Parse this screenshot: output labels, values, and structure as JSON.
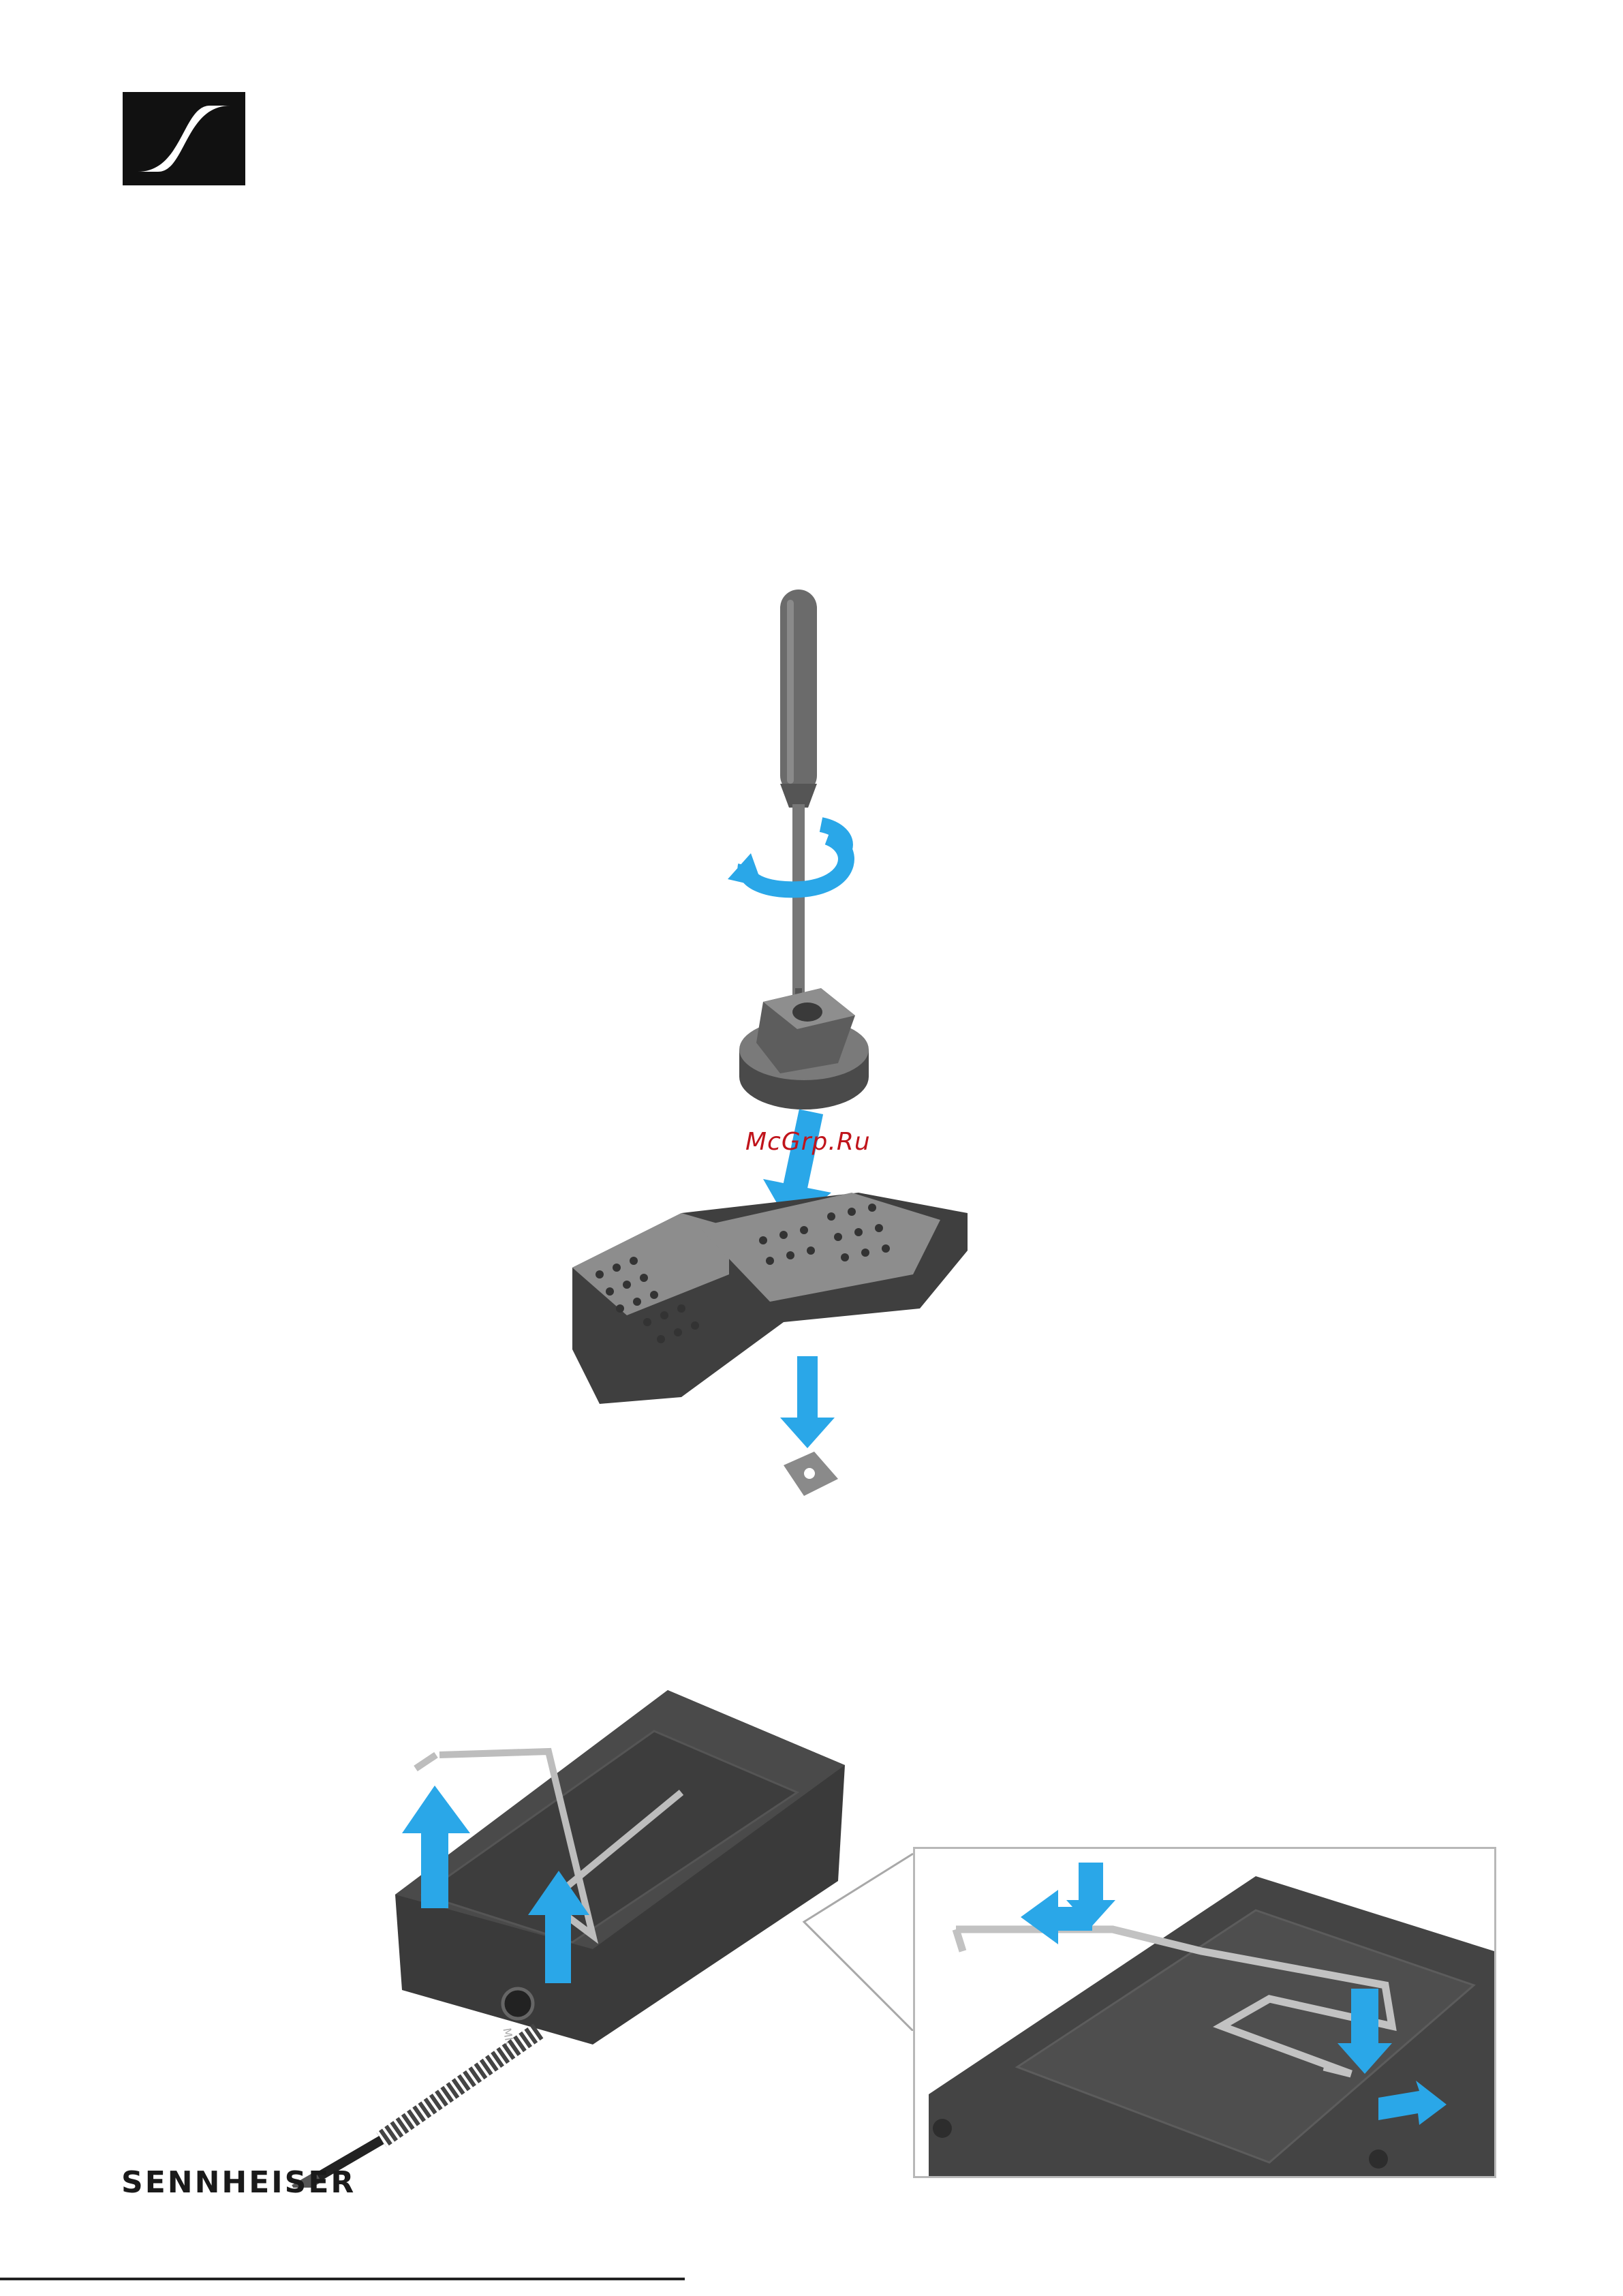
{
  "watermark": "McGrp.Ru",
  "footer": {
    "brand": "SENNHEISER"
  },
  "figure2": {
    "jack_label": "MIC"
  },
  "colors": {
    "arrow_blue": "#2aa7e8",
    "device_dark": "#3a3a3a",
    "logo_black": "#111111"
  }
}
